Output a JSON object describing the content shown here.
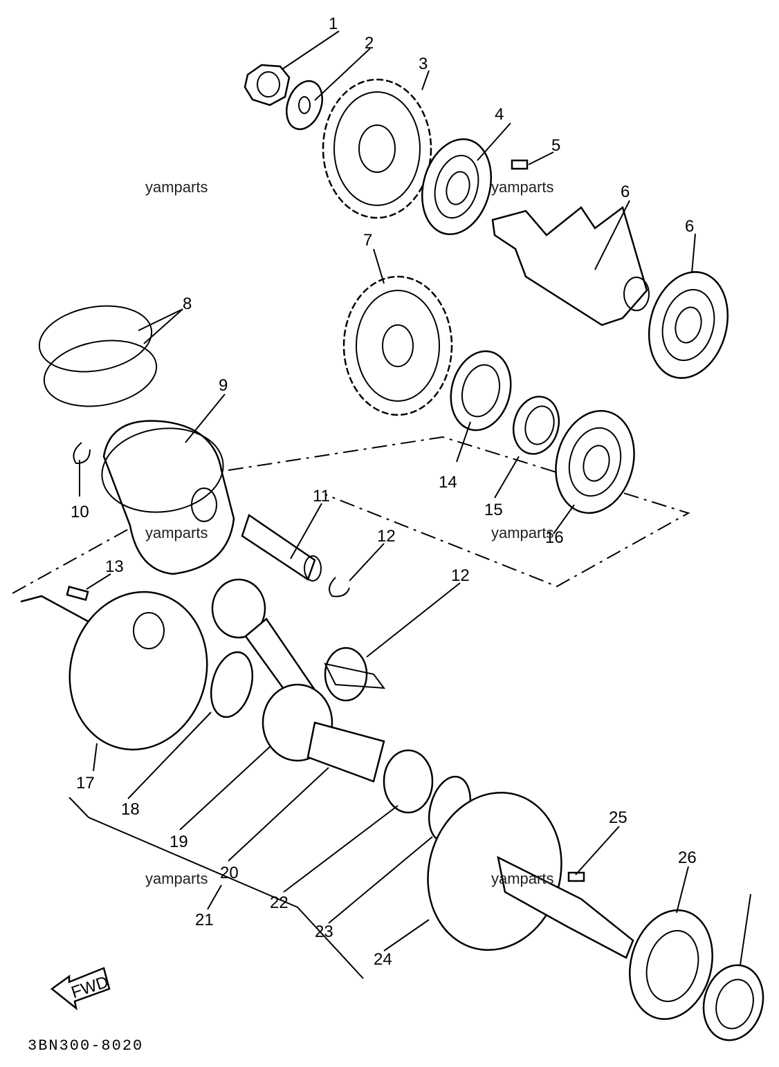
{
  "watermark": "yamparts",
  "diagram_code": "3BN300-8020",
  "fwd_label": "FWD",
  "callouts": [
    "1",
    "2",
    "3",
    "4",
    "5",
    "6",
    "6",
    "7",
    "8",
    "9",
    "10",
    "11",
    "12",
    "12",
    "13",
    "14",
    "15",
    "16",
    "17",
    "18",
    "19",
    "20",
    "21",
    "22",
    "23",
    "24",
    "25",
    "26"
  ]
}
